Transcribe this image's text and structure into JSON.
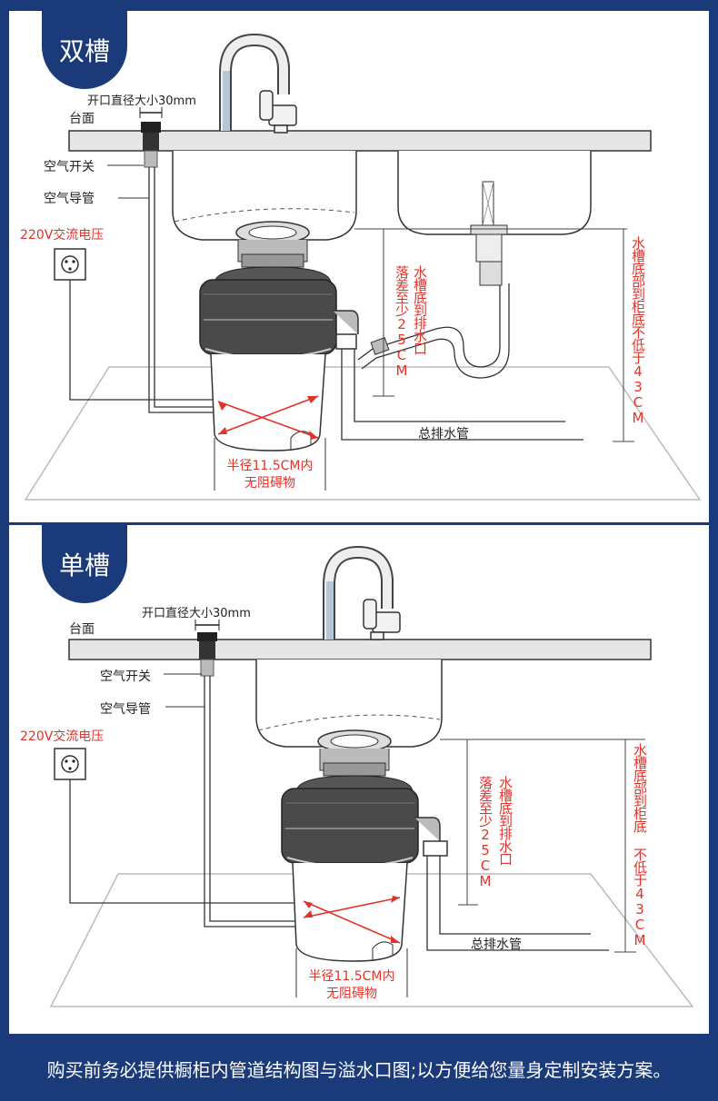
{
  "panel_double": {
    "title": "双槽",
    "opening_label": "开口直径大小30mm",
    "countertop_label": "台面",
    "air_switch_label": "空气开关",
    "air_tube_label": "空气导管",
    "voltage_label": "220V交流电压",
    "drop_label": "落差至少25CM",
    "sink_to_outlet_label": "水槽底到排水口",
    "sink_to_cabinet_label": "水槽底部到柜底不低于43CM",
    "main_drain_label": "总排水管",
    "radius_label": "半径11.5CM内",
    "obstruction_label": "无阻碍物"
  },
  "panel_single": {
    "title": "单槽",
    "opening_label": "开口直径大小30mm",
    "countertop_label": "台面",
    "air_switch_label": "空气开关",
    "air_tube_label": "空气导管",
    "voltage_label": "220V交流电压",
    "drop_label": "落差至少25CM",
    "sink_to_outlet_label": "水槽底到排水口",
    "sink_to_cabinet_label": "水槽底部到柜底 不低于43CM",
    "main_drain_label": "总排水管",
    "radius_label": "半径11.5CM内",
    "obstruction_label": "无阻碍物"
  },
  "footer": {
    "text": "购买前务必提供橱柜内管道结构图与溢水口图;以方便给您量身定制安装方案。"
  },
  "colors": {
    "navy": "#1b3a7a",
    "red": "#e2332b"
  }
}
